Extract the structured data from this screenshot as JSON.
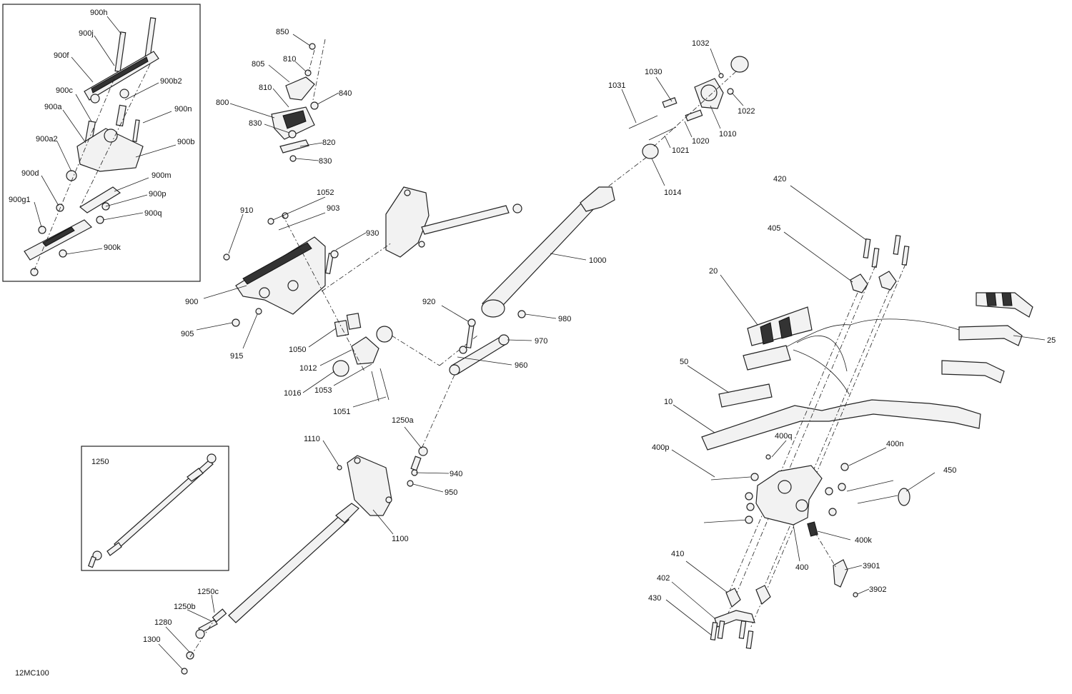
{
  "diagram_code": "12MC100",
  "inset_steering_label": "1250",
  "callouts": [
    "900h",
    "900j",
    "900f",
    "900c",
    "900b2",
    "900a",
    "900n",
    "900a2",
    "900b",
    "900d",
    "900m",
    "900g1",
    "900p",
    "900q",
    "900k",
    "850",
    "810",
    "805",
    "840",
    "800",
    "830",
    "820",
    "1032",
    "1030",
    "1031",
    "1022",
    "1010",
    "1020",
    "1021",
    "1014",
    "910",
    "1052",
    "903",
    "930",
    "900",
    "905",
    "915",
    "1050",
    "1012",
    "1016",
    "1053",
    "1051",
    "1000",
    "920",
    "980",
    "970",
    "960",
    "420",
    "405",
    "20",
    "25",
    "50",
    "10",
    "1250a",
    "1110",
    "940",
    "950",
    "1100",
    "400q",
    "400p",
    "400n",
    "450",
    "400k",
    "400",
    "3901",
    "3902",
    "410",
    "402",
    "430",
    "1250c",
    "1250b",
    "1280",
    "1300"
  ]
}
